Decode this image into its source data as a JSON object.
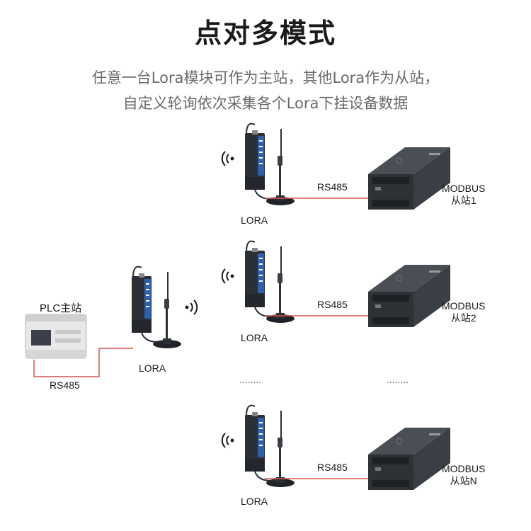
{
  "header": {
    "title": "点对多模式",
    "subtitle_line1": "任意一台Lora模块可作为主站，其他Lora作为从站，",
    "subtitle_line2": "自定义轮询依次采集各个Lora下挂设备数据"
  },
  "master": {
    "plc_label": "PLC主站",
    "rs485_label": "RS485",
    "lora_label": "LORA"
  },
  "slaves": [
    {
      "lora_label": "LORA",
      "rs485_label": "RS485",
      "device_line1": "MODBUS",
      "device_line2": "从站1"
    },
    {
      "lora_label": "LORA",
      "rs485_label": "RS485",
      "device_line1": "MODBUS",
      "device_line2": "从站2"
    },
    {
      "lora_label": "LORA",
      "rs485_label": "RS485",
      "device_line1": "MODBUS",
      "device_line2": "从站N"
    }
  ],
  "ellipsis_left": "........",
  "ellipsis_right": "........",
  "colors": {
    "cable": "#d9534f",
    "module_body": "#2b2f36",
    "module_panel": "#2f5fb0",
    "plc_body": "#e8e8e8",
    "device_body": "#34373c"
  }
}
